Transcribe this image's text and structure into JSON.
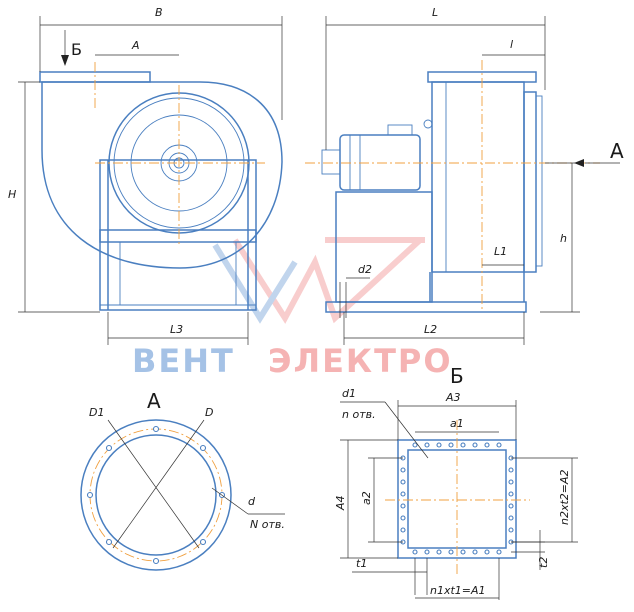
{
  "front_view": {
    "label_B": "B",
    "label_A": "A",
    "label_Bv": "Б",
    "label_H": "H",
    "label_L3": "L3"
  },
  "side_view": {
    "label_L": "L",
    "label_l": "l",
    "label_h": "h",
    "label_L1": "L1",
    "label_L2": "L2",
    "label_d2": "d2",
    "view_arrow_A": "A"
  },
  "flange_round": {
    "title": "A",
    "label_D1": "D1",
    "label_D": "D",
    "label_d": "d",
    "label_N": "N отв."
  },
  "flange_square": {
    "title": "Б",
    "label_d1": "d1",
    "label_n": "n отв.",
    "label_A3": "A3",
    "label_a1": "a1",
    "label_a2": "a2",
    "label_A4": "A4",
    "label_t1": "t1",
    "label_t2": "t2",
    "label_n1": "n1xt1=A1",
    "label_n2": "n2xt2=A2"
  },
  "watermark": {
    "text_blue": "ВЕНТ",
    "text_red": "ЭЛЕКТРО",
    "color_blue": "#8fb4e0",
    "color_red": "#f4a6a6"
  }
}
